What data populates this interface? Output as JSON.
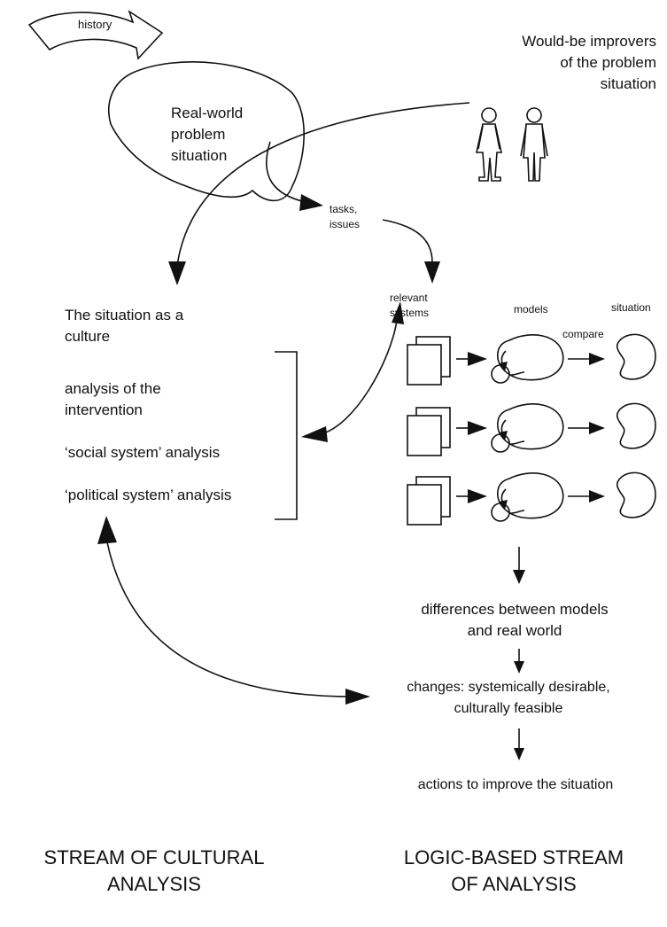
{
  "history_label": "history",
  "improvers": {
    "line1": "Would-be improvers",
    "line2": "of the problem",
    "line3": "situation"
  },
  "problem_situation": {
    "line1": "Real-world",
    "line2": "problem",
    "line3": "situation"
  },
  "tasks_issues": {
    "line1": "tasks,",
    "line2": "issues"
  },
  "culture": {
    "line1": "The situation as a",
    "line2": "culture"
  },
  "analysis": {
    "line1": "analysis of the",
    "line2": "intervention",
    "line3": "‘social system’ analysis",
    "line4": "‘political system’ analysis"
  },
  "columns": {
    "relevant_line1": "relevant",
    "relevant_line2": "systems",
    "models": "models",
    "situation": "situation",
    "compare": "compare"
  },
  "differences": {
    "line1": "differences between models",
    "line2": "and real world"
  },
  "changes": {
    "line1": "changes: systemically desirable,",
    "line2": "culturally feasible"
  },
  "actions": "actions to improve the situation",
  "stream_cultural": {
    "line1": "STREAM OF CULTURAL",
    "line2": "ANALYSIS"
  },
  "stream_logic": {
    "line1": "LOGIC-BASED STREAM",
    "line2": "OF ANALYSIS"
  }
}
